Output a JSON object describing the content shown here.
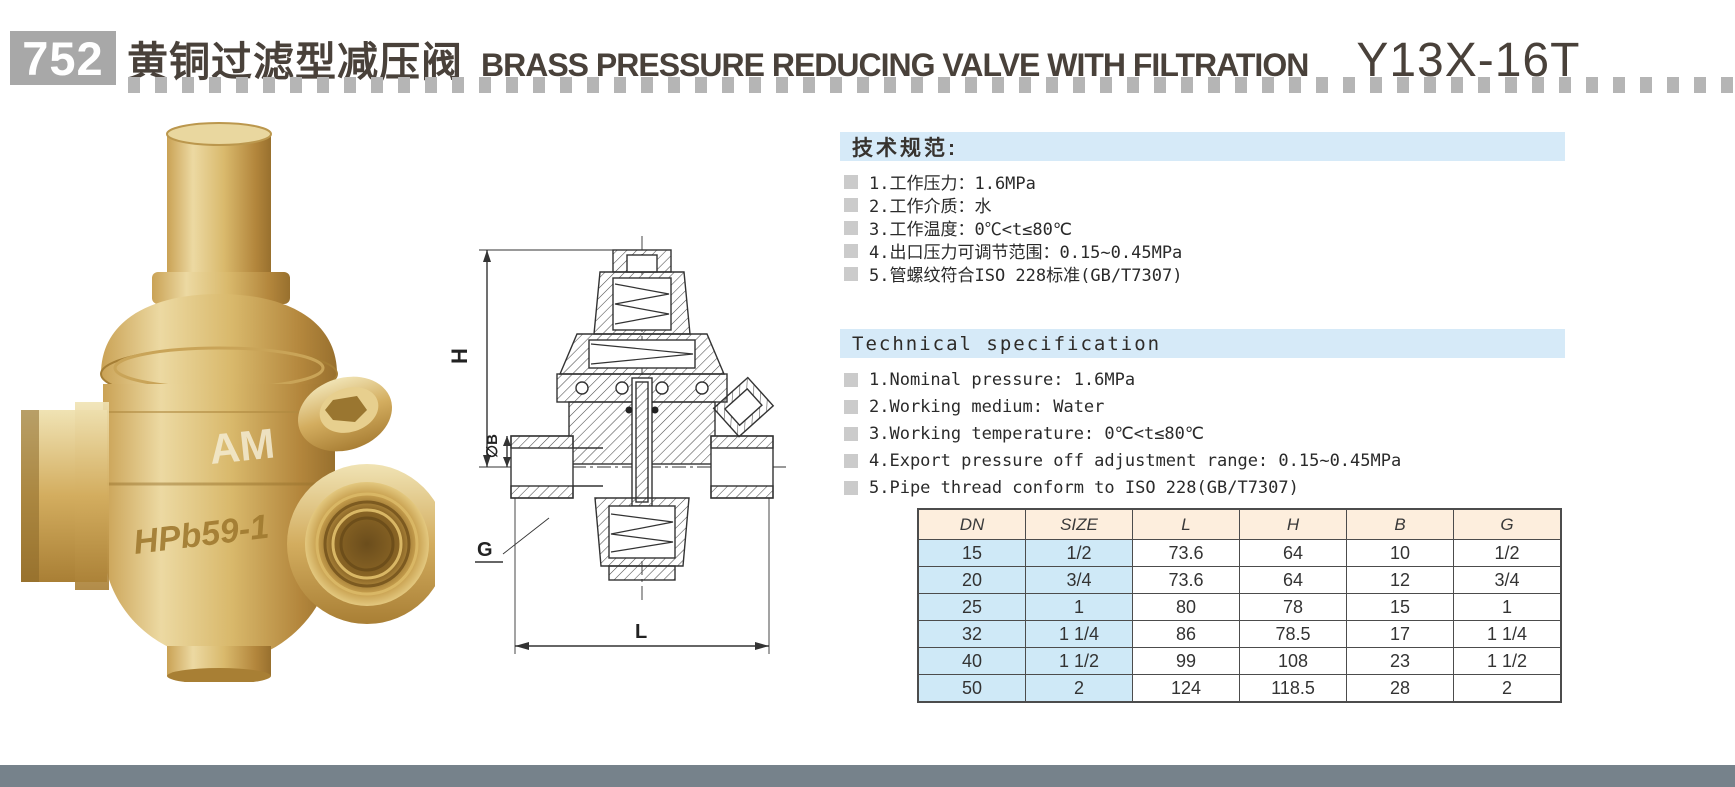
{
  "header": {
    "page_number": "752",
    "title_cn": "黄铜过滤型减压阀",
    "title_en": "BRASS PRESSURE REDUCING VALVE WITH FILTRATION",
    "model": "Y13X-16T"
  },
  "specs_cn": {
    "heading": "技术规范:",
    "items": [
      "1.工作压力：1.6MPa",
      "2.工作介质：水",
      "3.工作温度：0℃<t≤80℃",
      "4.出口压力可调节范围：0.15~0.45MPa",
      "5.管螺纹符合ISO 228标准(GB/T7307)"
    ]
  },
  "specs_en": {
    "heading": "Technical specification",
    "items": [
      "1.Nominal pressure: 1.6MPa",
      "2.Working medium: Water",
      "3.Working temperature: 0℃<t≤80℃",
      "4.Export pressure off adjustment range: 0.15~0.45MPa",
      "5.Pipe thread conform to ISO 228(GB/T7307)"
    ]
  },
  "drawing": {
    "labels": {
      "height": "H",
      "bore": "∅B",
      "thread": "G",
      "length": "L"
    }
  },
  "photo": {
    "logo": "AM",
    "marking": "HPb59-1"
  },
  "chart_data": {
    "type": "table",
    "columns": [
      "DN",
      "SIZE",
      "L",
      "H",
      "B",
      "G"
    ],
    "rows": [
      [
        "15",
        "1/2",
        "73.6",
        "64",
        "10",
        "1/2"
      ],
      [
        "20",
        "3/4",
        "73.6",
        "64",
        "12",
        "3/4"
      ],
      [
        "25",
        "1",
        "80",
        "78",
        "15",
        "1"
      ],
      [
        "32",
        "1 1/4",
        "86",
        "78.5",
        "17",
        "1 1/4"
      ],
      [
        "40",
        "1 1/2",
        "99",
        "108",
        "23",
        "1 1/2"
      ],
      [
        "50",
        "2",
        "124",
        "118.5",
        "28",
        "2"
      ]
    ]
  },
  "colors": {
    "accent_blue": "#d6eaf8",
    "table_header": "#fdeedd",
    "table_blue": "#cfe9f7",
    "header_gray": "#a8a8a8",
    "footer_gray": "#76828b",
    "title_text": "#49413a"
  }
}
